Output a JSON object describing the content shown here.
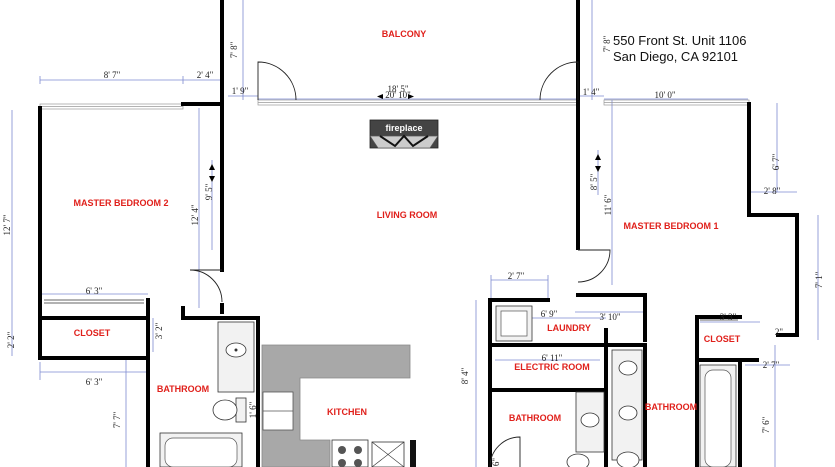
{
  "address": {
    "line1": "550 Front St. Unit 1106",
    "line2": "San Diego, CA 92101"
  },
  "rooms": {
    "balcony": "BALCONY",
    "living_room": "LIVING ROOM",
    "master_bedroom_2": "MASTER BEDROOM 2",
    "master_bedroom_1": "MASTER BEDROOM 1",
    "closet_left": "CLOSET",
    "closet_right": "CLOSET",
    "bathroom_left": "BATHROOM",
    "bathroom_center": "BATHROOM",
    "bathroom_right": "BATHROOM",
    "kitchen": "KITCHEN",
    "laundry": "LAUNDRY",
    "electric_room": "ELECTRIC ROOM"
  },
  "fireplace_label": "fireplace",
  "dimensions": {
    "bal_left_h": "7' 8\"",
    "bal_right_h": "7' 8\"",
    "mb2_top_w": "8' 7\"",
    "mb2_top_w2": "2' 4\"",
    "left_wall_1": "1' 9\"",
    "window_a": "20' 10\"",
    "window_b": "18' 5\"",
    "right_wall_1": "1' 4\"",
    "mb1_top_w": "10' 0\"",
    "mb2_left_h": "12' 7\"",
    "mb2_door_h": "9' 5\"",
    "mb2_h2": "12' 4\"",
    "lr_right_h1": "8' 5\"",
    "lr_right_h2": "11' 6\"",
    "mb1_right_h": "6' 7\"",
    "mb1_notch_w": "2' 8\"",
    "mb1_right_h2": "7' 1\"",
    "closet_w_top": "6' 3\"",
    "closet_w_bottom": "6' 3\"",
    "closet_h": "2' 2\"",
    "bath_w": "3' 2\"",
    "bath_h": "7' 7\"",
    "laundry_w": "2' 7\"",
    "laundry_d": "6' 9\"",
    "laundry_d2": "3' 10\"",
    "elec_w": "6' 11\"",
    "center_h": "8' 4\"",
    "right_closet_w": "3' 3\"",
    "right_closet_h": "2\"",
    "right_closet_h2": "2' 7\"",
    "right_bath_h": "7' 6\"",
    "bottom_a": "6\"",
    "kitchen_a": "1' 6\""
  }
}
